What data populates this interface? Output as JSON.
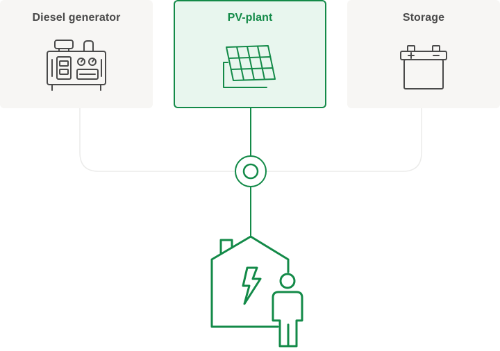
{
  "sources": [
    {
      "id": "diesel",
      "label": "Diesel generator",
      "icon": "diesel-generator-icon",
      "active": false
    },
    {
      "id": "pv",
      "label": "PV-plant",
      "icon": "solar-panel-icon",
      "active": true
    },
    {
      "id": "storage",
      "label": "Storage",
      "icon": "battery-icon",
      "active": false
    }
  ],
  "consumer": {
    "icon": "house-with-person-icon"
  },
  "colors": {
    "accent": "#138a48",
    "accent_bg": "#e8f6ee",
    "card_bg": "#f7f6f4",
    "icon_gray": "#4a4a4a",
    "inactive_line": "#ebebea"
  }
}
